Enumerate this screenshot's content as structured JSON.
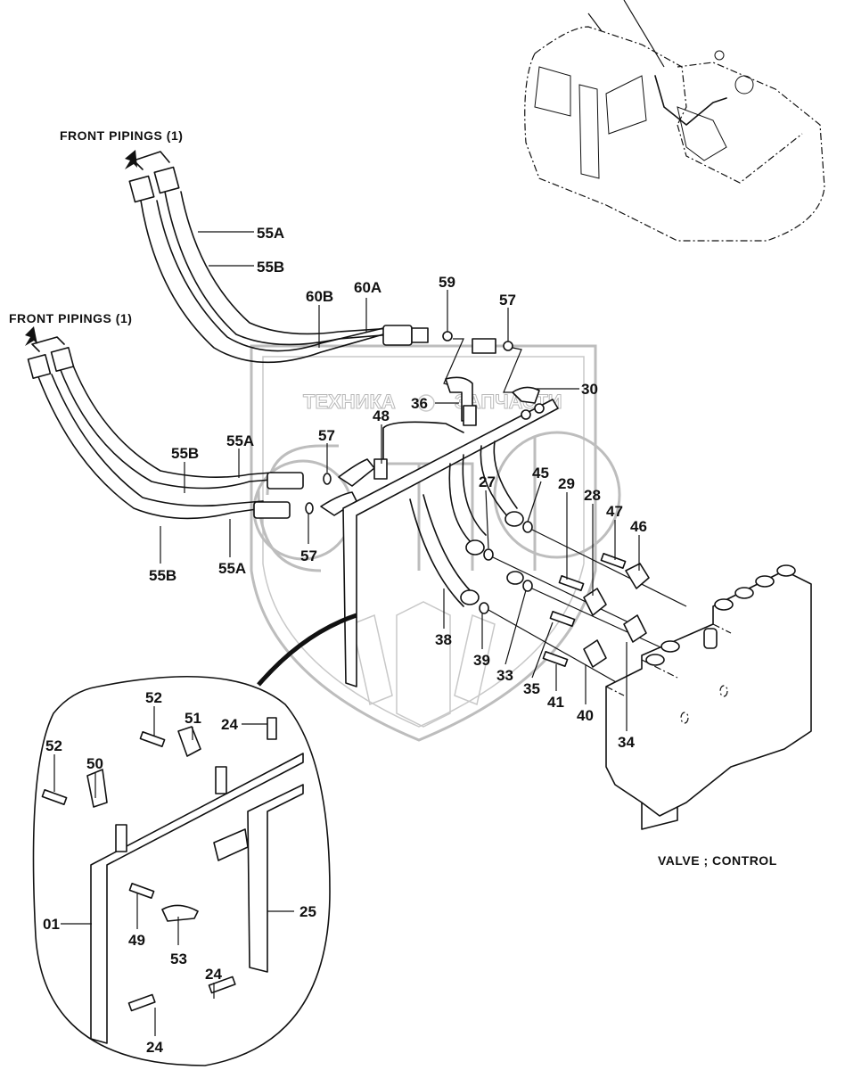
{
  "diagram": {
    "title": "Hydraulic piping to control valve — parts diagram",
    "captions": {
      "front_pipings_upper": "FRONT  PIPINGS (1)",
      "front_pipings_lower": "FRONT  PIPINGS (1)",
      "valve_control": "VALVE ; CONTROL"
    },
    "watermark": {
      "left_word": "ТЕХНИКА",
      "right_word": "ЗАПЧАСТИ",
      "logo_letters": "эпф"
    },
    "callouts": {
      "upper_hose": [
        {
          "id": "55A",
          "label": "55A"
        },
        {
          "id": "55B",
          "label": "55B"
        },
        {
          "id": "60B",
          "label": "60B"
        },
        {
          "id": "60A",
          "label": "60A"
        },
        {
          "id": "59",
          "label": "59"
        },
        {
          "id": "57-upper",
          "label": "57"
        },
        {
          "id": "30",
          "label": "30"
        },
        {
          "id": "36",
          "label": "36"
        },
        {
          "id": "48",
          "label": "48"
        }
      ],
      "lower_hose": [
        {
          "id": "55B-upper",
          "label": "55B"
        },
        {
          "id": "55A-upper",
          "label": "55A"
        },
        {
          "id": "57-mid",
          "label": "57"
        },
        {
          "id": "57-low",
          "label": "57"
        },
        {
          "id": "55B-lower",
          "label": "55B"
        },
        {
          "id": "55A-lower",
          "label": "55A"
        }
      ],
      "valve_side": [
        {
          "id": "27",
          "label": "27"
        },
        {
          "id": "45",
          "label": "45"
        },
        {
          "id": "29",
          "label": "29"
        },
        {
          "id": "28",
          "label": "28"
        },
        {
          "id": "47",
          "label": "47"
        },
        {
          "id": "46",
          "label": "46"
        },
        {
          "id": "38",
          "label": "38"
        },
        {
          "id": "39",
          "label": "39"
        },
        {
          "id": "33",
          "label": "33"
        },
        {
          "id": "35",
          "label": "35"
        },
        {
          "id": "41",
          "label": "41"
        },
        {
          "id": "40",
          "label": "40"
        },
        {
          "id": "34",
          "label": "34"
        }
      ],
      "detail_bracket": [
        {
          "id": "52-top",
          "label": "52"
        },
        {
          "id": "51",
          "label": "51"
        },
        {
          "id": "24-top",
          "label": "24"
        },
        {
          "id": "52-left",
          "label": "52"
        },
        {
          "id": "50",
          "label": "50"
        },
        {
          "id": "01",
          "label": "01"
        },
        {
          "id": "49",
          "label": "49"
        },
        {
          "id": "53",
          "label": "53"
        },
        {
          "id": "25",
          "label": "25"
        },
        {
          "id": "24-mid",
          "label": "24"
        },
        {
          "id": "24-bottom",
          "label": "24"
        }
      ]
    }
  }
}
